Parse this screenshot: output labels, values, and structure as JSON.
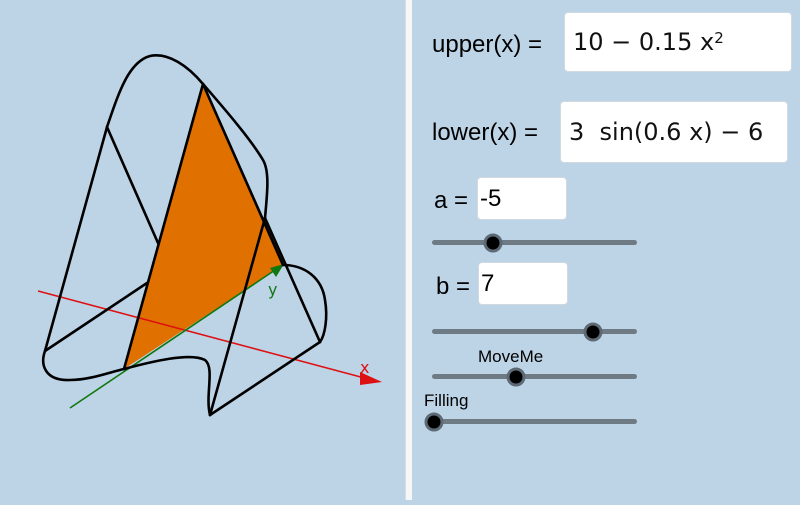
{
  "graphics": {
    "axes": {
      "x_label": "x",
      "y_label": "y",
      "x_color": "#dd1111",
      "y_color": "#117711"
    },
    "fill_color": "#e07000",
    "background": "#bdd4e7"
  },
  "algebra": {
    "upper": {
      "label": "upper(x) =",
      "expr_main": "10 − 0.15 x",
      "expr_sup": "2"
    },
    "lower": {
      "label": "lower(x) =",
      "expr": "3  sin(0.6 x) − 6"
    },
    "a": {
      "label": "a =",
      "value": "-5",
      "slider_pos": 0.3
    },
    "b": {
      "label": "b =",
      "value": "7",
      "slider_pos": 0.78
    },
    "moveme": {
      "label": "MoveMe",
      "slider_pos": 0.4
    },
    "filling": {
      "label": "Filling",
      "slider_pos": 0.0
    }
  }
}
